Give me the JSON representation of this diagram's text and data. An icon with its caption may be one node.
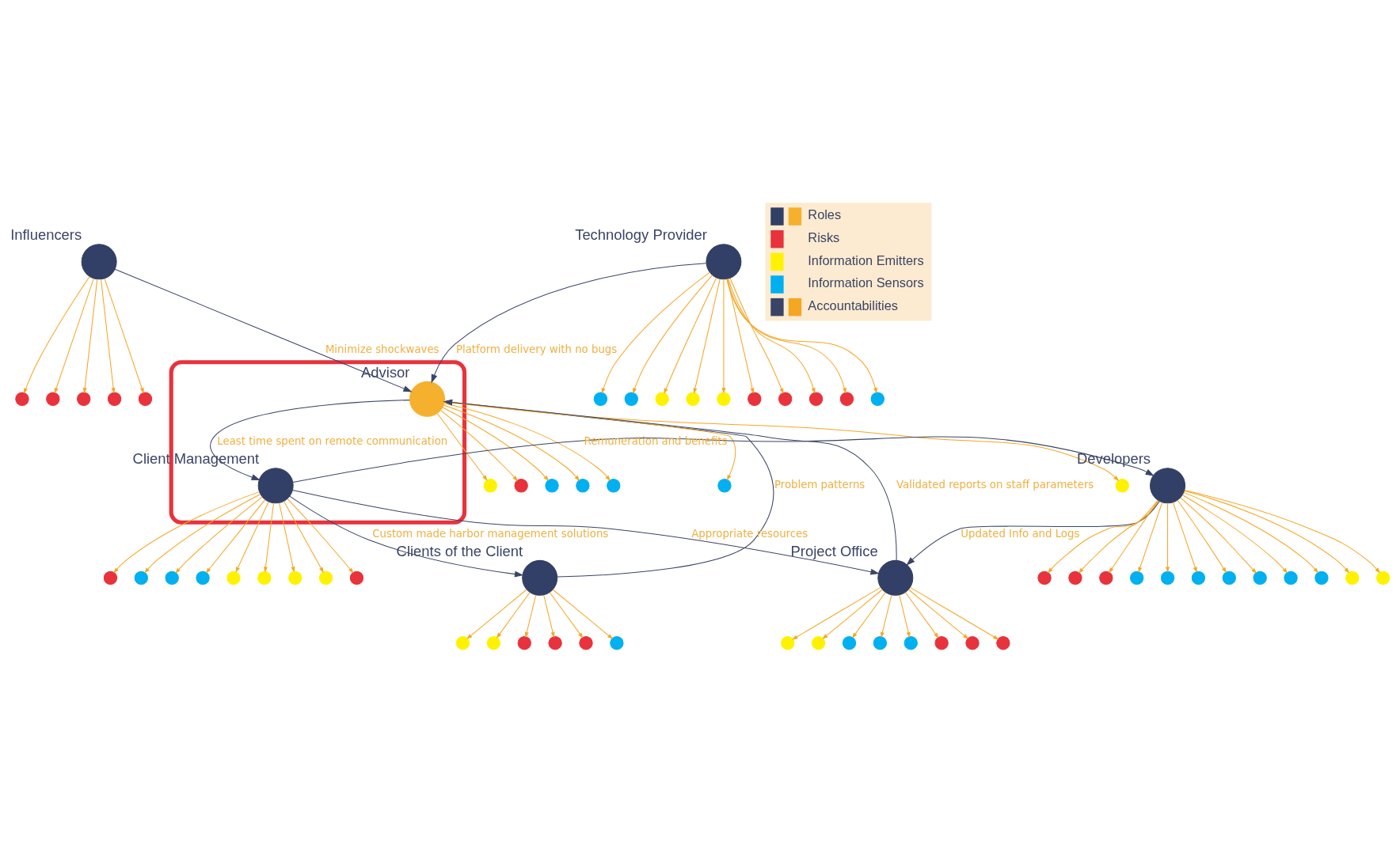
{
  "diagram": {
    "nodes": [
      {
        "text": [
          "Influencers"
        ]
      },
      {
        "text": [
          "Clients of the Client"
        ]
      },
      {
        "text": [],
        "shape": "ellipse"
      },
      {
        "text": [
          "Advisor"
        ],
        "in": 2
      },
      {
        "text": [
          "Client Management"
        ],
        "in": 2
      },
      {
        "text": [
          "Technology Provider"
        ]
      },
      {
        "text": [
          "Project Office"
        ]
      },
      {
        "text": [
          "Developers"
        ]
      },
      {
        "text": [],
        "shape": "circle"
      },
      {
        "text": [],
        "shape": "circle"
      },
      {
        "text": [],
        "shape": "circle"
      },
      {
        "text": [],
        "shape": "circle"
      },
      {
        "text": [],
        "shape": "circle"
      },
      {
        "text": [],
        "shape": "circle"
      },
      {
        "text": [],
        "shape": "circle"
      },
      {
        "text": [],
        "shape": "circle"
      },
      {
        "text": [],
        "shape": "circle"
      },
      {
        "text": [],
        "shape": "circle"
      },
      {
        "text": [],
        "shape": "circle"
      },
      {
        "text": [],
        "shape": "circle"
      },
      {
        "text": [],
        "shape": "circle"
      },
      {
        "text": [],
        "shape": "circle"
      },
      {
        "text": [],
        "shape": "circle"
      },
      {
        "text": [],
        "shape": "circle"
      },
      {
        "text": [],
        "shape": "circle"
      },
      {
        "text": [],
        "shape": "circle"
      },
      {
        "text": [],
        "shape": "circle"
      },
      {
        "text": [],
        "shape": "circle"
      },
      {
        "text": [],
        "shape": "circle"
      },
      {
        "text": [],
        "shape": "circle"
      },
      {
        "text": [],
        "shape": "circle"
      },
      {
        "text": [],
        "shape": "circle"
      },
      {
        "text": [],
        "shape": "circle"
      },
      {
        "text": [],
        "shape": "circle"
      },
      {
        "text": [],
        "shape": "circle"
      },
      {
        "text": [],
        "shape": "circle"
      },
      {
        "text": [],
        "shape": "circle"
      },
      {
        "text": [],
        "shape": "circle"
      },
      {
        "text": [],
        "shape": "circle"
      },
      {
        "text": [],
        "shape": "circle"
      },
      {
        "text": [],
        "shape": "circle"
      },
      {
        "text": [],
        "shape": "circle"
      },
      {
        "text": [],
        "shape": "circle"
      },
      {
        "text": [],
        "shape": "circle"
      },
      {
        "text": [],
        "shape": "circle"
      },
      {
        "text": [],
        "shape": "circle"
      },
      {
        "text": [],
        "shape": "circle"
      },
      {
        "text": [],
        "shape": "circle"
      },
      {
        "text": [],
        "shape": "circle"
      },
      {
        "text": [],
        "shape": "circle"
      },
      {
        "text": [],
        "shape": "circle"
      },
      {
        "text": [],
        "shape": "circle"
      },
      {
        "text": [],
        "shape": "circle"
      },
      {
        "text": [],
        "shape": "circle"
      },
      {
        "text": [],
        "shape": "circle"
      },
      {
        "text": [],
        "shape": "circle"
      },
      {
        "text": [],
        "shape": "circle"
      },
      {
        "text": [],
        "shape": "circle"
      },
      {
        "text": [],
        "shape": "circle"
      },
      {
        "text": [],
        "shape": "circle"
      },
      {
        "text": [],
        "shape": "circle"
      },
      {
        "text": [],
        "shape": "circle"
      },
      {
        "text": [],
        "shape": "circle"
      },
      {
        "text": [],
        "shape": "circle"
      },
      {
        "text": [],
        "shape": "circle"
      }
    ],
    "edges": [
      {
        "from": 0,
        "to": 3,
        "arrow": "to",
        "label": "Minimize shockwaves",
        "color": "#3a4466"
      },
      {
        "from": 1,
        "to": 3,
        "arrow": "to",
        "label": "Problem patterns",
        "color": "#3a4466"
      },
      {
        "from": 4,
        "to": 1,
        "arrow": "to",
        "label": "Custom made harbor management solutions",
        "color": "#3a4466"
      },
      {
        "from": 3,
        "to": 4,
        "arrow": "to",
        "label": "Least time spent on remote communication",
        "color": "#3a4466"
      },
      {
        "from": 5,
        "to": 3,
        "arrow": "to",
        "label": "Platform delivery with no bugs",
        "color": "#3a4466"
      },
      {
        "from": 6,
        "to": 3,
        "arrow": "to",
        "label": "Validated reports on staff parameters",
        "color": "#3a4466"
      },
      {
        "from": 4,
        "to": 7,
        "arrow": "to",
        "label": "Remuneration and benefits",
        "color": "#3a4466"
      },
      {
        "from": 4,
        "to": 6,
        "arrow": "to",
        "label": "Appropriate resources",
        "color": "#3a4466"
      },
      {
        "from": 7,
        "to": 6,
        "arrow": "to",
        "label": "Updated Info and Logs",
        "color": "#3a4466"
      },
      {
        "from": 0,
        "to": 8,
        "arrow": "to"
      },
      {
        "from": 0,
        "to": 9,
        "arrow": "to"
      },
      {
        "from": 0,
        "to": 10,
        "arrow": "to"
      },
      {
        "from": 0,
        "to": 11,
        "arrow": "to"
      },
      {
        "from": 0,
        "to": 12,
        "arrow": "to"
      },
      {
        "from": 1,
        "to": 13,
        "arrow": "to"
      },
      {
        "from": 1,
        "to": 14,
        "arrow": "to"
      },
      {
        "from": 1,
        "to": 15,
        "arrow": "to"
      },
      {
        "from": 1,
        "to": 16,
        "arrow": "to"
      },
      {
        "from": 1,
        "to": 17,
        "arrow": "to"
      },
      {
        "from": 1,
        "to": 18,
        "arrow": "to"
      },
      {
        "from": 3,
        "to": 19,
        "arrow": "to"
      },
      {
        "from": 3,
        "to": 20,
        "arrow": "to"
      },
      {
        "from": 3,
        "to": 21,
        "arrow": "to"
      },
      {
        "from": 3,
        "to": 22,
        "arrow": "to"
      },
      {
        "from": 3,
        "to": 23,
        "arrow": "to"
      },
      {
        "from": 3,
        "to": 24,
        "arrow": "to"
      },
      {
        "from": 3,
        "to": 25,
        "arrow": "to"
      },
      {
        "from": 4,
        "to": 26,
        "arrow": "to"
      },
      {
        "from": 4,
        "to": 27,
        "arrow": "to"
      },
      {
        "from": 4,
        "to": 28,
        "arrow": "to"
      },
      {
        "from": 4,
        "to": 29,
        "arrow": "to"
      },
      {
        "from": 4,
        "to": 30,
        "arrow": "to"
      },
      {
        "from": 4,
        "to": 31,
        "arrow": "to"
      },
      {
        "from": 4,
        "to": 32,
        "arrow": "to"
      },
      {
        "from": 4,
        "to": 33,
        "arrow": "to"
      },
      {
        "from": 4,
        "to": 34,
        "arrow": "to"
      },
      {
        "from": 5,
        "to": 35,
        "arrow": "to"
      },
      {
        "from": 5,
        "to": 36,
        "arrow": "to"
      },
      {
        "from": 5,
        "to": 37,
        "arrow": "to"
      },
      {
        "from": 5,
        "to": 38,
        "arrow": "to"
      },
      {
        "from": 5,
        "to": 39,
        "arrow": "to"
      },
      {
        "from": 5,
        "to": 40,
        "arrow": "to"
      },
      {
        "from": 5,
        "to": 41,
        "arrow": "to"
      },
      {
        "from": 5,
        "to": 42,
        "arrow": "to"
      },
      {
        "from": 5,
        "to": 43,
        "arrow": "to"
      },
      {
        "from": 5,
        "to": 44,
        "arrow": "to"
      },
      {
        "from": 6,
        "to": 45,
        "arrow": "to"
      },
      {
        "from": 6,
        "to": 46,
        "arrow": "to"
      },
      {
        "from": 6,
        "to": 47,
        "arrow": "to"
      },
      {
        "from": 6,
        "to": 48,
        "arrow": "to"
      },
      {
        "from": 6,
        "to": 49,
        "arrow": "to"
      },
      {
        "from": 6,
        "to": 50,
        "arrow": "to"
      },
      {
        "from": 6,
        "to": 51,
        "arrow": "to"
      },
      {
        "from": 6,
        "to": 52,
        "arrow": "to"
      },
      {
        "from": 7,
        "to": 53,
        "arrow": "to"
      },
      {
        "from": 7,
        "to": 54,
        "arrow": "to"
      },
      {
        "from": 7,
        "to": 55,
        "arrow": "to"
      },
      {
        "from": 7,
        "to": 56,
        "arrow": "to"
      },
      {
        "from": 7,
        "to": 57,
        "arrow": "to"
      },
      {
        "from": 7,
        "to": 58,
        "arrow": "to"
      },
      {
        "from": 7,
        "to": 59,
        "arrow": "to"
      },
      {
        "from": 7,
        "to": 60,
        "arrow": "to"
      },
      {
        "from": 7,
        "to": 61,
        "arrow": "to"
      },
      {
        "from": 7,
        "to": 62,
        "arrow": "to"
      },
      {
        "from": 7,
        "to": 63,
        "arrow": "to"
      },
      {
        "from": 7,
        "to": 64,
        "arrow": "to"
      }
    ],
    "legend": [
      {
        "text": "Roles"
      },
      {
        "text": "Risks",
        "color": "#e8323c"
      },
      {
        "text": "Information Emitters",
        "color": "#fff200"
      },
      {
        "text": "Information Sensors",
        "color": "#00b0f0"
      },
      {
        "text": "Accountabilities"
      }
    ]
  }
}
